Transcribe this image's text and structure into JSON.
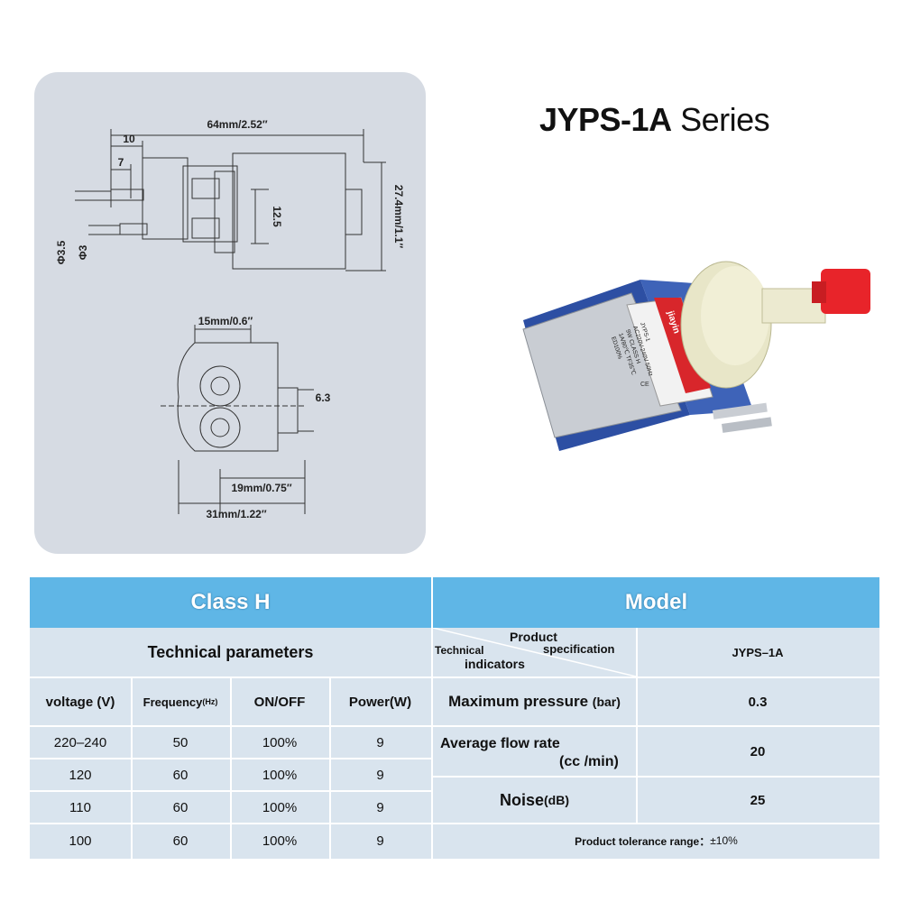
{
  "series": {
    "title_main": "JYPS-1A",
    "title_sub": " Series"
  },
  "drawing": {
    "dims": {
      "length": "64mm/2.52″",
      "d10": "10",
      "d7": "7",
      "phi35": "Φ3.5",
      "phi3": "Φ3",
      "d125": "12.5",
      "height": "27.4mm/1.1″",
      "w15": "15mm/0.6″",
      "d63": "6.3",
      "w19": "19mm/0.75″",
      "w31": "31mm/1.22″"
    }
  },
  "photo": {
    "brand": "jiayin",
    "label_lines": [
      "JYPS-1",
      "AC220V-240V 50Hz",
      "9W  CLASS H",
      "1A/80℃  TF35℃",
      "ED100%"
    ],
    "cert": "CE"
  },
  "colors": {
    "header_bg": "#5fb6e6",
    "body_bg": "#d9e4ee",
    "panel_bg": "#d6dbe3",
    "plug": "#e8242a",
    "body_blue": "#2d4fa3"
  },
  "left_table": {
    "header": "Class H",
    "subheader": "Technical parameters",
    "columns": {
      "voltage": "voltage (V)",
      "freq": "Frequency",
      "freq_unit": "(Hz)",
      "onoff": "ON/OFF",
      "power": "Power(W)"
    },
    "rows": [
      {
        "voltage": "220–240",
        "freq": "50",
        "onoff": "100%",
        "power": "9"
      },
      {
        "voltage": "120",
        "freq": "60",
        "onoff": "100%",
        "power": "9"
      },
      {
        "voltage": "110",
        "freq": "60",
        "onoff": "100%",
        "power": "9"
      },
      {
        "voltage": "100",
        "freq": "60",
        "onoff": "100%",
        "power": "9"
      }
    ]
  },
  "right_table": {
    "header": "Model",
    "diag_top": "Product",
    "diag_spec": "specification",
    "diag_tech": "Technical",
    "diag_ind": "indicators",
    "model": "JYPS–1A",
    "rows": [
      {
        "label": "Maximum pressure",
        "unit": "(bar)",
        "value": "0.3"
      },
      {
        "label": "Average flow rate",
        "unit": "(cc /min)",
        "value": "20"
      },
      {
        "label": "Noise",
        "unit": "(dB)",
        "value": "25"
      }
    ],
    "tolerance_label": "Product tolerance range：",
    "tolerance_value": "±10%"
  }
}
